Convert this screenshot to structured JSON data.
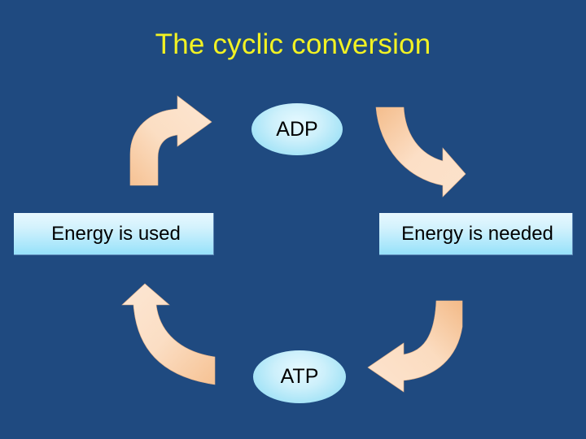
{
  "slide": {
    "title": "The cyclic conversion",
    "background_color": "#1f4a80",
    "title_color": "#f2f223"
  },
  "diagram": {
    "type": "cycle",
    "node_fill": "#cdf0fb",
    "arrow_fill": "#fad9b8",
    "box_fill": "#bfecfb",
    "nodes": [
      {
        "id": "adp",
        "label": "ADP",
        "position": "top"
      },
      {
        "id": "atp",
        "label": "ATP",
        "position": "bottom"
      }
    ],
    "labels": [
      {
        "id": "energy-used",
        "text": "Energy is used",
        "position": "left"
      },
      {
        "id": "energy-needed",
        "text": "Energy is needed",
        "position": "right"
      }
    ],
    "arrows": [
      {
        "id": "top-left",
        "name": "curved-arrow-up-right",
        "direction": "up-right"
      },
      {
        "id": "top-right",
        "name": "curved-arrow-down",
        "direction": "down"
      },
      {
        "id": "bottom-right",
        "name": "curved-arrow-left",
        "direction": "left"
      },
      {
        "id": "bottom-left",
        "name": "curved-arrow-up",
        "direction": "up"
      }
    ]
  }
}
